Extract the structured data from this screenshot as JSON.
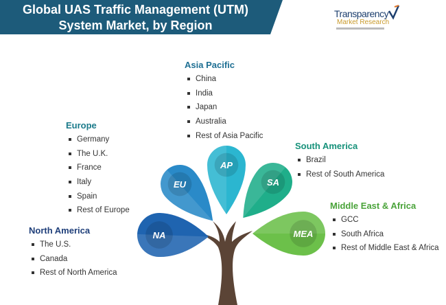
{
  "header": {
    "title_line1": "Global UAS Traffic Management (UTM)",
    "title_line2": "System Market, by Region",
    "background": "#1d5b7a"
  },
  "logo": {
    "line1": "Transparency",
    "line2": "Market Research"
  },
  "regions": [
    {
      "key": "ap",
      "title": "Asia Pacific",
      "color": "#1e6f93",
      "items": [
        "China",
        "India",
        "Japan",
        "Australia",
        "Rest of Asia Pacific"
      ]
    },
    {
      "key": "eu",
      "title": "Europe",
      "color": "#1a7a8a",
      "items": [
        "Germany",
        "The U.K.",
        "France",
        "Italy",
        "Spain",
        "Rest of Europe"
      ]
    },
    {
      "key": "sa",
      "title": "South America",
      "color": "#16917a",
      "items": [
        "Brazil",
        "Rest of South America"
      ]
    },
    {
      "key": "mea",
      "title": "Middle East & Africa",
      "color": "#4aa33a",
      "items": [
        "GCC",
        "South Africa",
        "Rest of Middle East & Africa"
      ]
    },
    {
      "key": "na",
      "title": "North America",
      "color": "#1f3f7a",
      "items": [
        "The U.S.",
        "Canada",
        "Rest of North America"
      ]
    }
  ],
  "leaves": [
    {
      "label": "NA",
      "color": "#1f64b0"
    },
    {
      "label": "EU",
      "color": "#2a8ac8"
    },
    {
      "label": "AP",
      "color": "#2bb6d0"
    },
    {
      "label": "SA",
      "color": "#1fae8a"
    },
    {
      "label": "MEA",
      "color": "#6cc04a"
    }
  ],
  "trunk_color": "#5b4436"
}
